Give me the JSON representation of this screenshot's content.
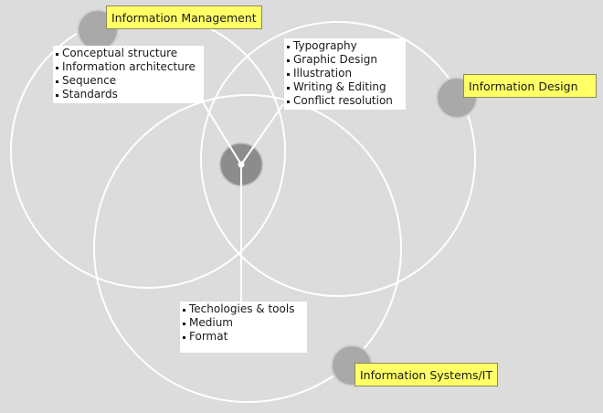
{
  "diagram": {
    "nodes": [
      {
        "id": "information-management",
        "label": "Information Management"
      },
      {
        "id": "information-design",
        "label": "Information Design"
      },
      {
        "id": "information-systems",
        "label": "Information Systems/IT"
      }
    ],
    "lists": {
      "information_management": [
        "Conceptual structure",
        "Information architecture",
        "Sequence",
        "Standards"
      ],
      "information_design": [
        "Typography",
        "Graphic Design",
        "Illustration",
        "Writing & Editing",
        "Conflict resolution"
      ],
      "information_systems": [
        "Techologies & tools",
        "Medium",
        "Format"
      ]
    },
    "colors": {
      "background": "#dcdcdc",
      "circle_stroke": "#ffffff",
      "node_fill": "#a9a9a9",
      "center_fill": "#8c8c8c",
      "tag_fill": "#ffff66"
    }
  }
}
